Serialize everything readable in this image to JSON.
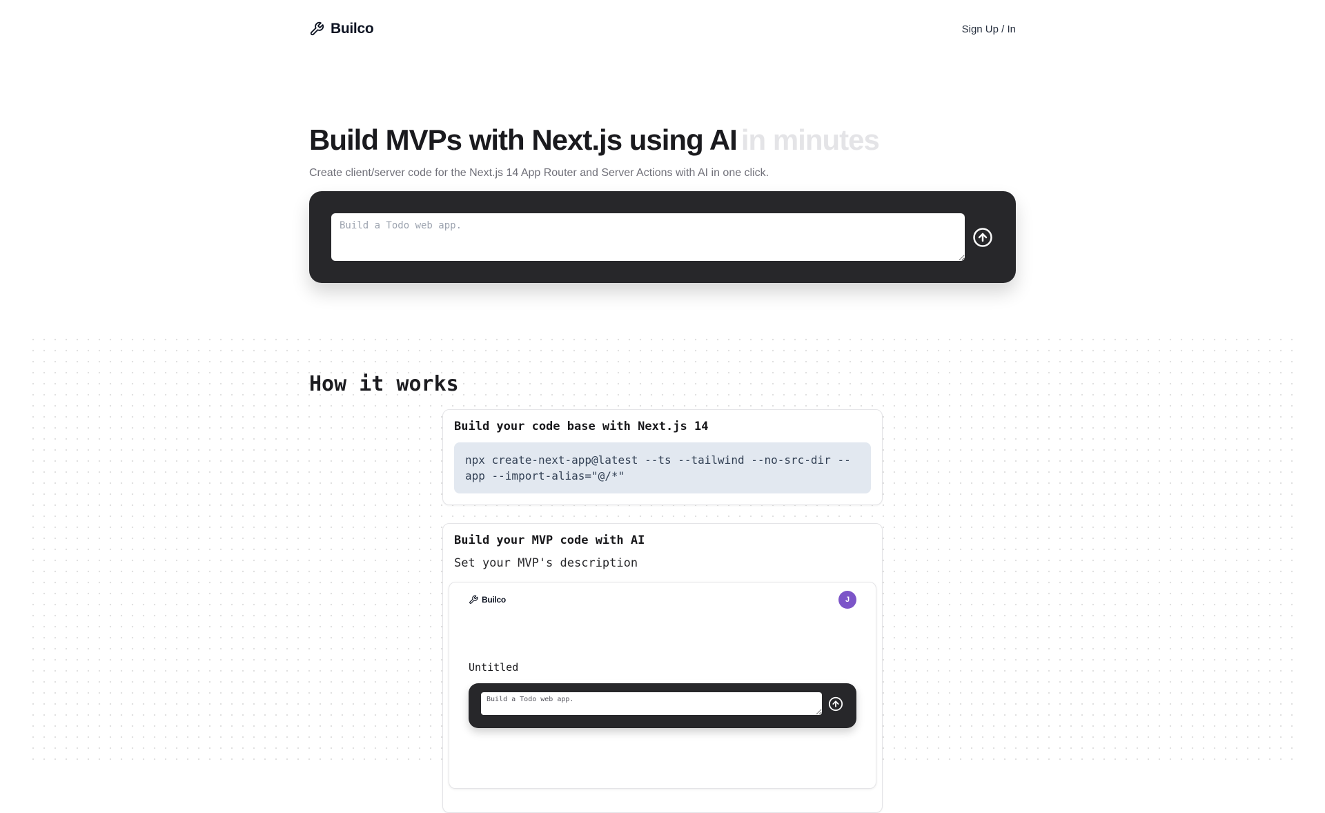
{
  "header": {
    "brand": "Builco",
    "auth_link": "Sign Up / In"
  },
  "hero": {
    "title_dark": "Build MVPs with Next.js using AI",
    "title_light": "in minutes",
    "subtitle": "Create client/server code for the Next.js 14 App Router and Server Actions with AI in one click.",
    "prompt_placeholder": "Build a Todo web app."
  },
  "how_it_works": {
    "heading": "How it works",
    "steps": [
      {
        "title": "Build your code base with Next.js 14",
        "code": "npx create-next-app@latest --ts --tailwind --no-src-dir --app --import-alias=\"@/*\""
      },
      {
        "title": "Build your MVP code with AI",
        "description": "Set your MVP's description"
      }
    ]
  },
  "embedded_app": {
    "brand": "Builco",
    "avatar_initial": "J",
    "project_title": "Untitled",
    "prompt_placeholder": "Build a Todo web app."
  },
  "colors": {
    "panel_dark": "#27272a",
    "accent_purple": "#7c55c8",
    "code_bg": "#e2e8f0",
    "title_light_gray": "#e4e4e7"
  }
}
